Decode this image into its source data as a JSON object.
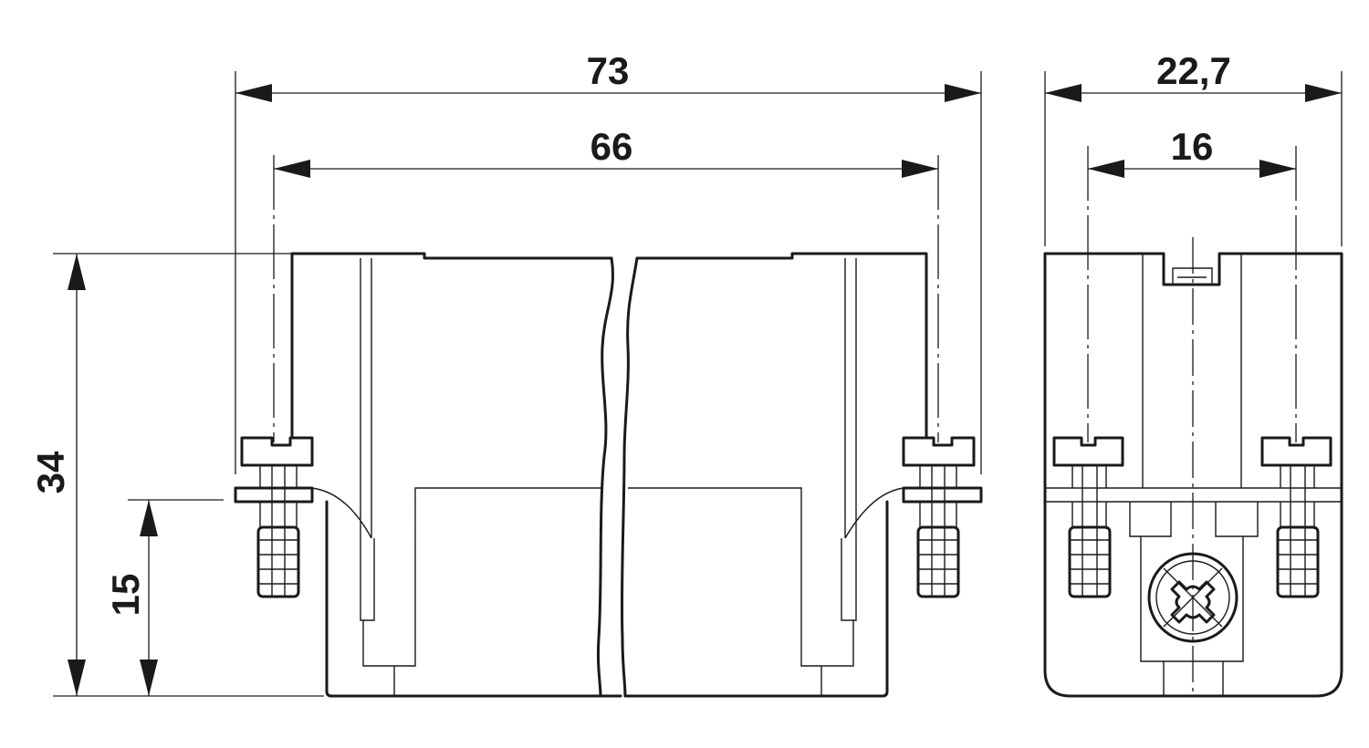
{
  "dimensions": {
    "overall_width": "73",
    "screw_pitch": "66",
    "side_depth": "22,7",
    "side_screw_pitch": "16",
    "overall_height": "34",
    "flange_height": "15"
  },
  "colors": {
    "line": "#1a1a1a",
    "background": "#ffffff"
  }
}
